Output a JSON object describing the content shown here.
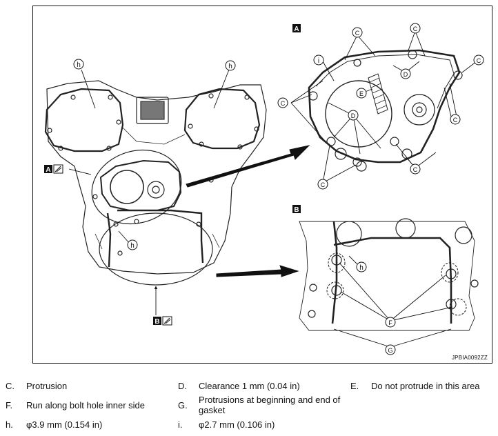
{
  "figure": {
    "id": "JPBIA0092ZZ",
    "callouts": {
      "C": "C",
      "D": "D",
      "E": "E",
      "F": "F",
      "G": "G",
      "h": "h",
      "i": "i",
      "view_a": "A",
      "view_b": "B"
    }
  },
  "legend": [
    {
      "key": "C.",
      "text": "Protrusion"
    },
    {
      "key": "D.",
      "text": "Clearance 1 mm (0.04 in)"
    },
    {
      "key": "E.",
      "text": "Do not protrude in this area"
    },
    {
      "key": "F.",
      "text": "Run along bolt hole inner side"
    },
    {
      "key": "G.",
      "text": "Protrusions at beginning and end of gasket"
    },
    {
      "key": "h.",
      "text": "φ3.9 mm (0.154 in)"
    },
    {
      "key": "i.",
      "text": "φ2.7 mm (0.106 in)"
    }
  ]
}
